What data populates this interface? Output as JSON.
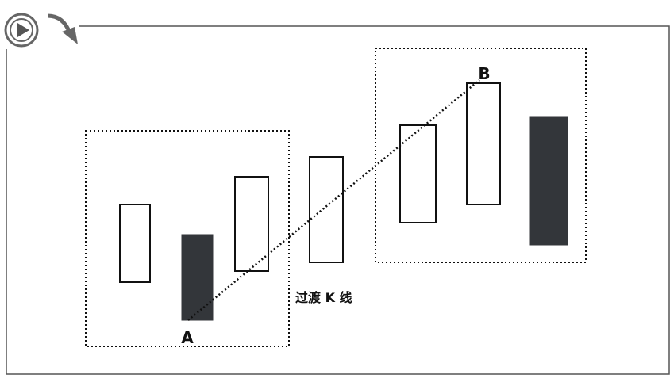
{
  "diagram": {
    "point_a_label": "A",
    "point_b_label": "B",
    "transition_label": "过渡 K 线",
    "logo_icon": "play-circle-arrow-icon",
    "colors": {
      "frame": "#555555",
      "candle_outline": "#111111",
      "bearish_fill": "#33363a",
      "bullish_fill": "#ffffff"
    },
    "candles": [
      {
        "group": "left",
        "kind": "bullish"
      },
      {
        "group": "left",
        "kind": "bearish"
      },
      {
        "group": "left",
        "kind": "bullish"
      },
      {
        "group": "transition",
        "kind": "bullish"
      },
      {
        "group": "right",
        "kind": "bullish"
      },
      {
        "group": "right",
        "kind": "bullish"
      },
      {
        "group": "right",
        "kind": "bearish"
      }
    ]
  }
}
